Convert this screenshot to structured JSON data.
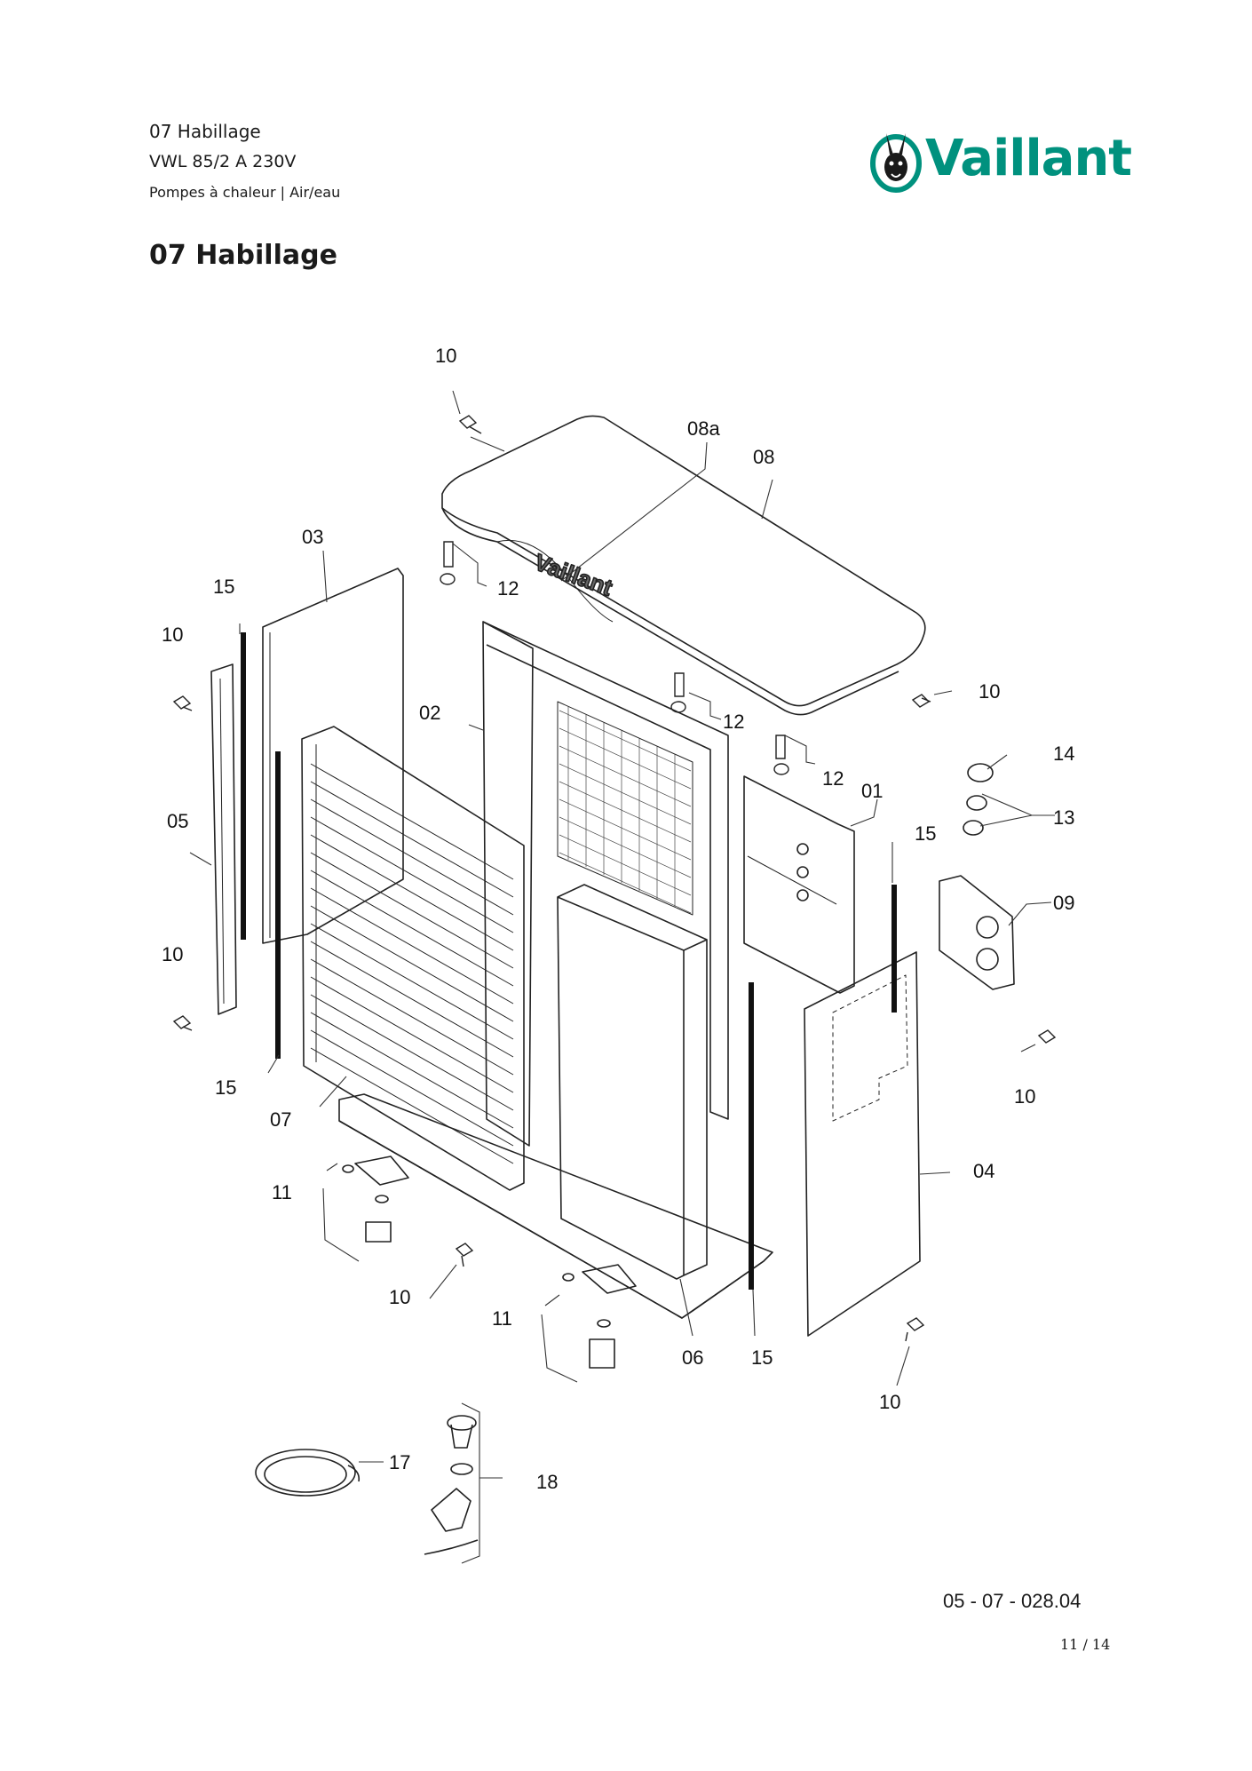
{
  "header": {
    "line1": "07 Habillage",
    "line2": "VWL 85/2 A 230V",
    "line3": "Pompes à chaleur | Air/eau"
  },
  "brand": {
    "name": "Vaillant",
    "color": "#00917e",
    "icon": "hare-logo-icon"
  },
  "section_title": "07 Habillage",
  "diagram": {
    "callouts": {
      "c10_top": "10",
      "c08a": "08a",
      "c08": "08",
      "c03": "03",
      "c12_a": "12",
      "c15_top": "15",
      "c10_left_top": "10",
      "c10_right_top": "10",
      "c02": "02",
      "c12_b": "12",
      "c14": "14",
      "c12_c": "12",
      "c01": "01",
      "c13": "13",
      "c05": "05",
      "c15_mid": "15",
      "c09": "09",
      "c10_left_bottom": "10",
      "c10_right_mid": "10",
      "c15_left_bottom": "15",
      "c07": "07",
      "c04": "04",
      "c11_left": "11",
      "c10_bottom_mid": "10",
      "c11_mid": "11",
      "c06": "06",
      "c15_bottom": "15",
      "c10_bottom_right": "10",
      "c17": "17",
      "c18": "18"
    },
    "panel_logo_text": "Vaillant"
  },
  "drawing_code": "05 - 07 - 028.04",
  "page_number": "11 / 14"
}
